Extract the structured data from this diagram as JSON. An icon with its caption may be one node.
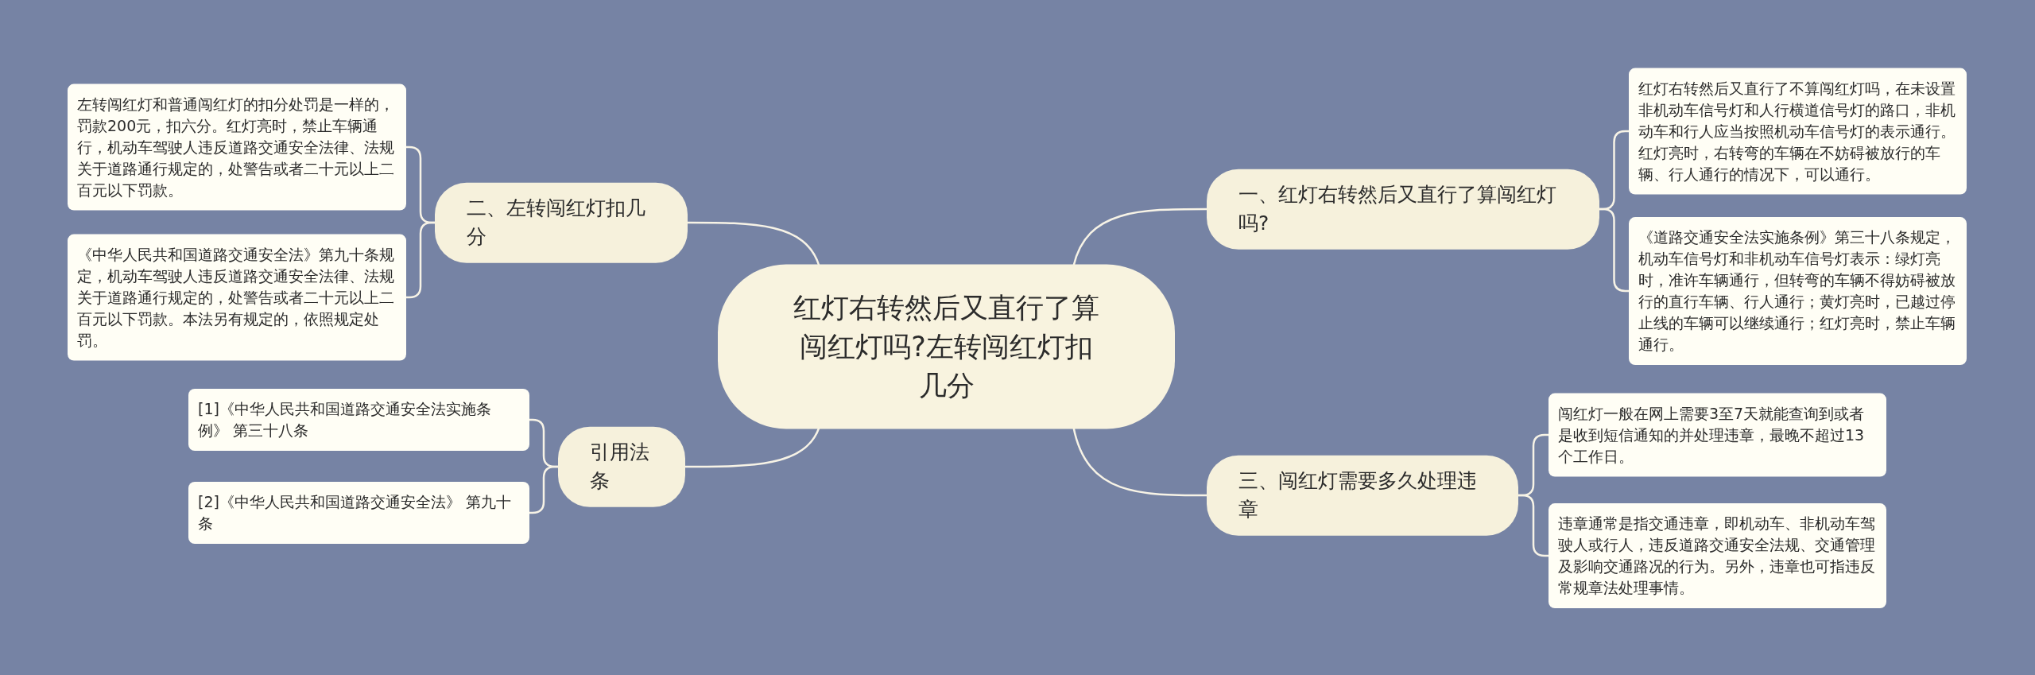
{
  "diagram": {
    "nodes": [
      {
        "text": [
          "红灯右转然后又直行了算闯红灯吗?左转闯红灯扣几分"
        ]
      },
      {
        "text": [
          "一、红灯右转然后又直行了算闯红灯吗?"
        ]
      },
      {
        "text": [
          "红灯右转然后又直行了不算闯红灯吗，在未设置非机动车信号灯和人行横道信号灯的路口，非机动车和行人应当按照机动车信号灯的表示通行。红灯亮时，右转弯的车辆在不妨碍被放行的车辆、行人通行的情况下，可以通行。"
        ]
      },
      {
        "text": [
          "《道路交通安全法实施条例》第三十八条规定，机动车信号灯和非机动车信号灯表示：绿灯亮时，准许车辆通行，但转弯的车辆不得妨碍被放行的直行车辆、行人通行；黄灯亮时，已越过停止线的车辆可以继续通行；红灯亮时，禁止车辆通行。"
        ]
      },
      {
        "text": [
          "二、左转闯红灯扣几分"
        ]
      },
      {
        "text": [
          "左转闯红灯和普通闯红灯的扣分处罚是一样的，罚款200元，扣六分。红灯亮时，禁止车辆通行，机动车驾驶人违反道路交通安全法律、法规关于道路通行规定的，处警告或者二十元以上二百元以下罚款。"
        ]
      },
      {
        "text": [
          "《中华人民共和国道路交通安全法》第九十条规定，机动车驾驶人违反道路交通安全法律、法规关于道路通行规定的，处警告或者二十元以上二百元以下罚款。本法另有规定的，依照规定处罚。"
        ]
      },
      {
        "text": [
          "三、闯红灯需要多久处理违章"
        ]
      },
      {
        "text": [
          "闯红灯一般在网上需要3至7天就能查询到或者是收到短信通知的并处理违章，最晚不超过13个工作日。"
        ]
      },
      {
        "text": [
          "违章通常是指交通违章，即机动车、非机动车驾驶人或行人，违反道路交通安全法规、交通管理及影响交通路况的行为。另外，违章也可指违反常规章法处理事情。"
        ]
      },
      {
        "text": [
          "引用法条"
        ]
      },
      {
        "text": [
          "[1]《中华人民共和国道路交通安全法实施条例》 第三十八条"
        ]
      },
      {
        "text": [
          "[2]《中华人民共和国道路交通安全法》 第九十条"
        ]
      }
    ],
    "edges": [
      {
        "from": 0,
        "to": 1,
        "arrow": "none"
      },
      {
        "from": 1,
        "to": 2,
        "arrow": "none"
      },
      {
        "from": 1,
        "to": 3,
        "arrow": "none"
      },
      {
        "from": 0,
        "to": 4,
        "arrow": "none"
      },
      {
        "from": 4,
        "to": 5,
        "arrow": "none"
      },
      {
        "from": 4,
        "to": 6,
        "arrow": "none"
      },
      {
        "from": 0,
        "to": 7,
        "arrow": "none"
      },
      {
        "from": 7,
        "to": 8,
        "arrow": "none"
      },
      {
        "from": 7,
        "to": 9,
        "arrow": "none"
      },
      {
        "from": 0,
        "to": 10,
        "arrow": "none"
      },
      {
        "from": 10,
        "to": 11,
        "arrow": "none"
      },
      {
        "from": 10,
        "to": 12,
        "arrow": "none"
      }
    ]
  }
}
